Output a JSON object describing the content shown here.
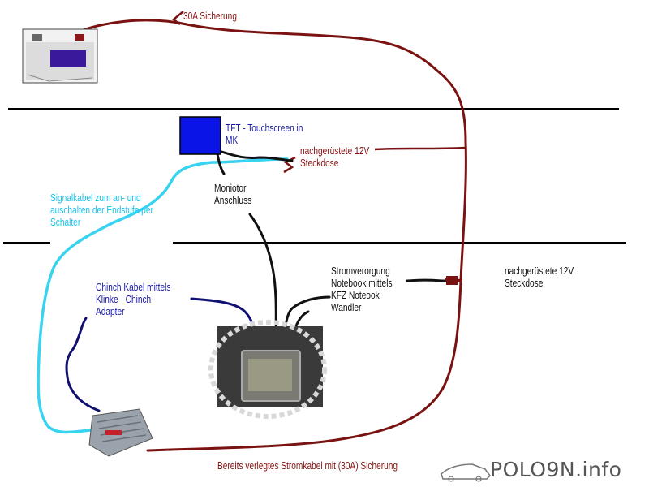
{
  "labels": {
    "fuse": "30A Sicherung",
    "tft": "TFT - Touchscreen in\nMK",
    "socket1": "nachgerüstete 12V\nSteckdose",
    "monitor": "Moniotor\nAnschluss",
    "signal": "Signalkabel zum an- und\nauschalten der Endstufe per\nSchalter",
    "chinch": "Chinch Kabel mittels\nKlinke - Chinch -\nAdapter",
    "power": "Stromverorgung\nNotebook mittels\nKFZ Noteook\nWandler",
    "socket2": "nachgerüstete 12V\nSteckdose",
    "cable": "Bereits verlegtes Stromkabel mit (30A) Sicherung"
  },
  "logo": {
    "text": "POLO9N.info"
  },
  "colors": {
    "power_wire": "#7a1212",
    "signal_wire": "#37d3f0",
    "audio_wire": "#101070",
    "data_wire": "#111111",
    "tft": "#0a14e6"
  },
  "icons": [
    "battery-icon",
    "tft-screen-icon",
    "amplifier-icon",
    "monitor-photo-icon",
    "car-logo-icon"
  ]
}
